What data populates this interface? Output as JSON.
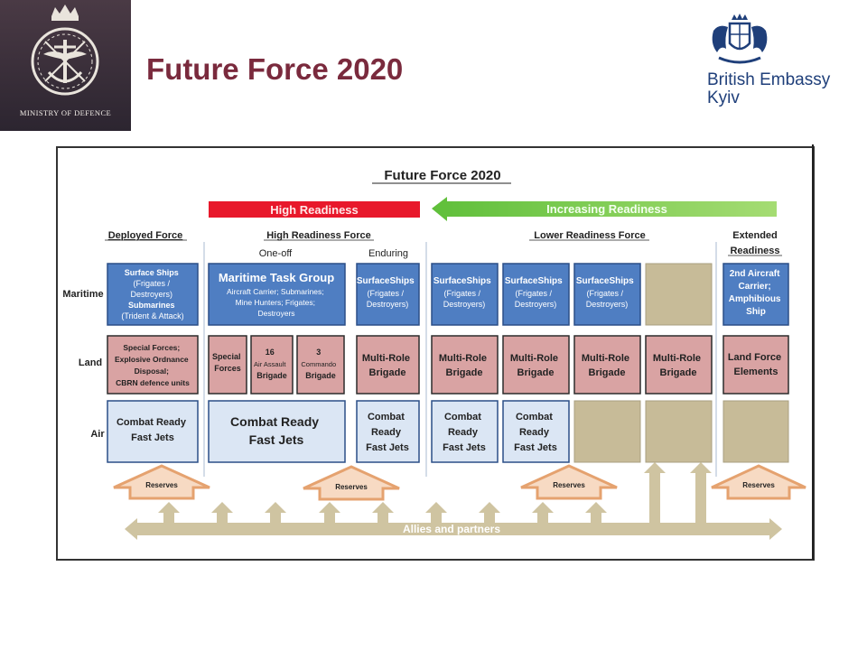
{
  "header": {
    "mod_label": "MINISTRY OF DEFENCE",
    "slide_title": "Future Force 2020",
    "embassy_line1": "British Embassy",
    "embassy_line2": "Kyiv"
  },
  "diagram": {
    "title": "Future Force 2020",
    "high_readiness_label": "High Readiness",
    "increasing_readiness_label": "Increasing Readiness",
    "columns": {
      "deployed": "Deployed Force",
      "high": "High Readiness Force",
      "one_off": "One-off",
      "enduring": "Enduring",
      "lower": "Lower Readiness Force",
      "extended_1": "Extended",
      "extended_2": "Readiness"
    },
    "rows": {
      "maritime": "Maritime",
      "land": "Land",
      "air": "Air"
    },
    "maritime": {
      "deployed": [
        "Surface Ships",
        "(Frigates /",
        "Destroyers)",
        "Submarines",
        "(Trident & Attack)"
      ],
      "mtg_title": "Maritime Task Group",
      "mtg_lines": [
        "Aircraft Carrier; Submarines;",
        "Mine Hunters; Frigates;",
        "Destroyers"
      ],
      "surface_title": "SurfaceShips",
      "surface_sub": [
        "(Frigates /",
        "Destroyers)"
      ],
      "extended": [
        "2nd Aircraft",
        "Carrier;",
        "Amphibious",
        "Ship"
      ]
    },
    "land": {
      "deployed": [
        "Special Forces;",
        "Explosive Ordnance",
        "Disposal;",
        "CBRN defence units"
      ],
      "special": [
        "Special",
        "Forces"
      ],
      "air_assault": [
        "16",
        "Air Assault",
        "Brigade"
      ],
      "commando": [
        "3",
        "Commando",
        "Brigade"
      ],
      "mrb": [
        "Multi-Role",
        "Brigade"
      ],
      "extended": [
        "Land Force",
        "Elements"
      ]
    },
    "air": {
      "combat_2": [
        "Combat Ready",
        "Fast Jets"
      ],
      "combat_3": [
        "Combat",
        "Ready",
        "Fast Jets"
      ]
    },
    "reserves_label": "Reserves",
    "allies_label": "Allies and partners"
  },
  "colors": {
    "title_maroon": "#7a2a3d",
    "maritime_blue": "#4f7ec2",
    "land_pink": "#d9a3a3",
    "air_light_blue": "#dbe6f4",
    "empty_khaki": "#c7bb98",
    "high_readiness_red": "#e8182b",
    "increasing_green": "#8fd14f",
    "reserves_orange": "#e5a26f",
    "allies_tan": "#cfc4a1"
  }
}
